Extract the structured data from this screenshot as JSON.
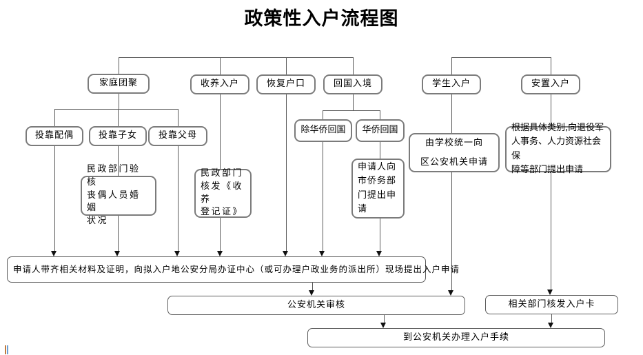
{
  "title": "政策性入户流程图",
  "colors": {
    "connector_line": "#585858",
    "box_border": "#7b7b7b",
    "marker_orange": "#bf7b3f",
    "marker_blue": "#6b9fd4"
  },
  "nodes": {
    "family": "家庭团聚",
    "adoption": "收养入户",
    "restore": "恢复户口",
    "return_entry": "回国入境",
    "student": "学生入户",
    "resettle": "安置入户",
    "spouse": "投靠配偶",
    "children": "投靠子女",
    "parents": "投靠父母",
    "non_overseas": "除华侨回国",
    "overseas": "华侨回国",
    "civil_verify": "民政部门验核\n丧偶人员婚姻\n状况",
    "civil_issue": "民政部门\n核发《收养\n登记证》",
    "overseas_apply": "申请人向\n市侨务部\n门提出申\n请",
    "school_apply": "由学校统一向\n区公安机关申请",
    "resettle_apply": "根据具体类别,向退役军\n人事务、人力资源社会保\n障等部门提出申请",
    "main_apply": "申请人带齐相关材料及证明，向拟入户地公安分局办证中心（或可办理户政业务的派出所）现场提出入户申请",
    "police_review": "公安机关审核",
    "card_issue": "相关部门核发入户卡",
    "final_procedure": "到公安机关办理入户手续"
  }
}
